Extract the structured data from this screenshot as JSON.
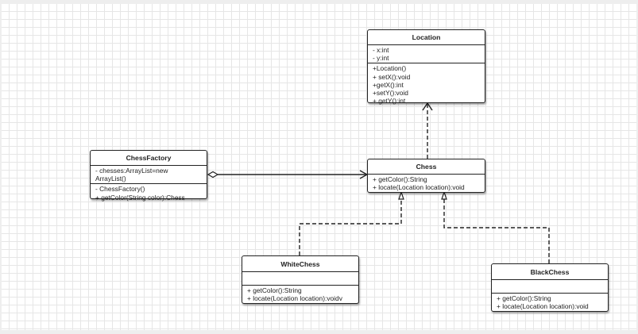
{
  "classes": {
    "location": {
      "name": "Location",
      "attributes": [
        "- x:int",
        "- y:int"
      ],
      "methods": [
        "+Location()",
        "+ setX():void",
        "+getX():int",
        "+setY():void",
        "+ getY():int"
      ]
    },
    "chess_factory": {
      "name": "ChessFactory",
      "attributes": [
        "- chesses:ArrayList=new",
        "ArrayList()"
      ],
      "methods": [
        "- ChessFactory()",
        "+ getColor(String color):Chess"
      ]
    },
    "chess": {
      "name": "Chess",
      "methods": [
        "+ getColor():String",
        "+ locate(Location location):void"
      ]
    },
    "white_chess": {
      "name": "WhiteChess",
      "attributes": [],
      "methods": [
        "+ getColor():String",
        "+ locate(Location location):voidv"
      ]
    },
    "black_chess": {
      "name": "BlackChess",
      "attributes": [],
      "methods": [
        "+ getColor():String",
        "+ locate(Location location):void"
      ]
    }
  },
  "relations": [
    {
      "from": "Chess",
      "to": "Location",
      "type": "dependency"
    },
    {
      "from": "ChessFactory",
      "to": "Chess",
      "type": "aggregation"
    },
    {
      "from": "WhiteChess",
      "to": "Chess",
      "type": "realization"
    },
    {
      "from": "BlackChess",
      "to": "Chess",
      "type": "realization"
    }
  ],
  "colors": {
    "line": "#222222",
    "grid": "#e6e6e6",
    "canvas": "#ffffff"
  }
}
